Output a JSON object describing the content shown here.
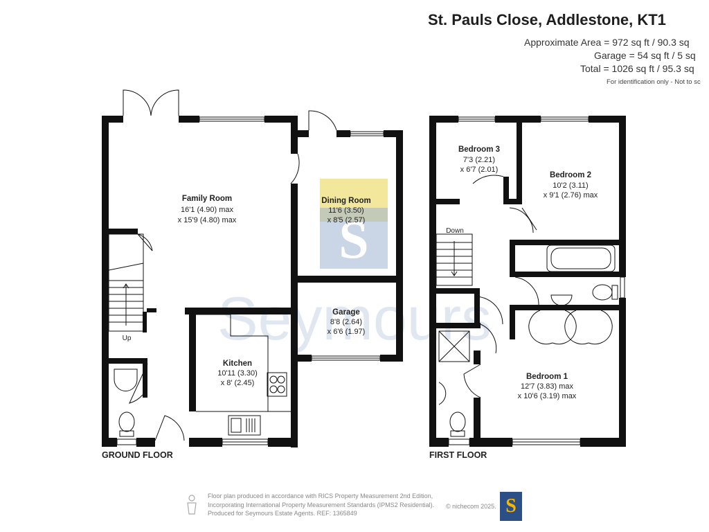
{
  "header": {
    "address": "St. Pauls Close, Addlestone, KT1",
    "approx_area": "Approximate Area = 972 sq ft / 90.3 sq",
    "garage_area": "Garage = 54 sq ft / 5 sq",
    "total_area": "Total = 1026 sq ft / 95.3 sq",
    "disclaimer": "For identification only - Not to sc"
  },
  "ground_floor": {
    "label": "GROUND FLOOR",
    "stairs_label": "Up",
    "rooms": {
      "family_room": {
        "name": "Family Room",
        "dim1": "16'1 (4.90) max",
        "dim2": "x 15'9 (4.80) max"
      },
      "dining_room": {
        "name": "Dining Room",
        "dim1": "11'6 (3.50)",
        "dim2": "x 8'5 (2.57)"
      },
      "garage": {
        "name": "Garage",
        "dim1": "8'8 (2.64)",
        "dim2": "x 6'6 (1.97)"
      },
      "kitchen": {
        "name": "Kitchen",
        "dim1": "10'11 (3.30)",
        "dim2": "x 8' (2.45)"
      }
    }
  },
  "first_floor": {
    "label": "FIRST FLOOR",
    "stairs_label": "Down",
    "rooms": {
      "bedroom_3": {
        "name": "Bedroom 3",
        "dim1": "7'3 (2.21)",
        "dim2": "x 6'7 (2.01)"
      },
      "bedroom_2": {
        "name": "Bedroom 2",
        "dim1": "10'2 (3.11)",
        "dim2": "x 9'1 (2.76) max"
      },
      "bedroom_1": {
        "name": "Bedroom 1",
        "dim1": "12'7 (3.83) max",
        "dim2": "x 10'6 (3.19) max"
      }
    }
  },
  "watermark": {
    "text": "Seymours",
    "logo_letter": "S"
  },
  "footer": {
    "line1": "Floor plan produced in accordance with RICS Property Measurement 2nd Edition,",
    "line2": "Incorporating International Property Measurement Standards (IPMS2 Residential).",
    "line3": "Produced for Seymours Estate Agents.   REF: 1365849",
    "copyright": "© nichecom 2025.",
    "logo_letter": "S"
  },
  "colors": {
    "wall": "#111111",
    "highlight": "#f3e79b",
    "brand_blue": "#2d4f87",
    "brand_yellow": "#f5b800",
    "watermark": "#d6dfea"
  }
}
